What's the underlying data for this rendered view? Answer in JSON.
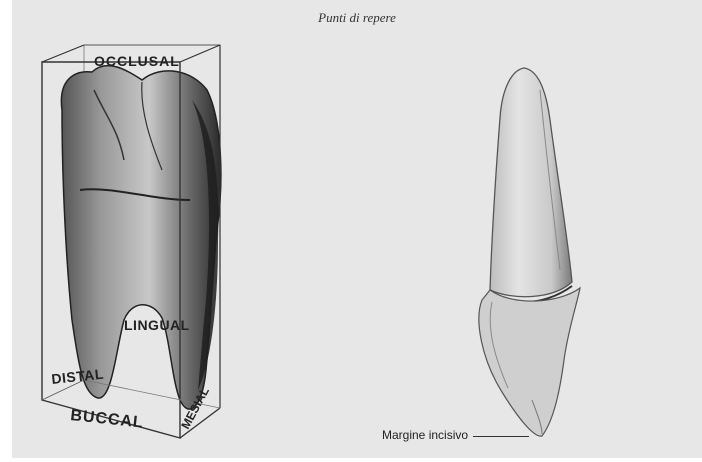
{
  "header": {
    "title": "Punti di repere"
  },
  "figure_left": {
    "labels": {
      "occlusal": "OCCLUSAL",
      "lingual": "LINGUAL",
      "distal": "DISTAL",
      "buccal": "BUCCAL",
      "mesial": "MESIAL"
    }
  },
  "figure_right": {
    "caption": "Margine incisivo"
  }
}
